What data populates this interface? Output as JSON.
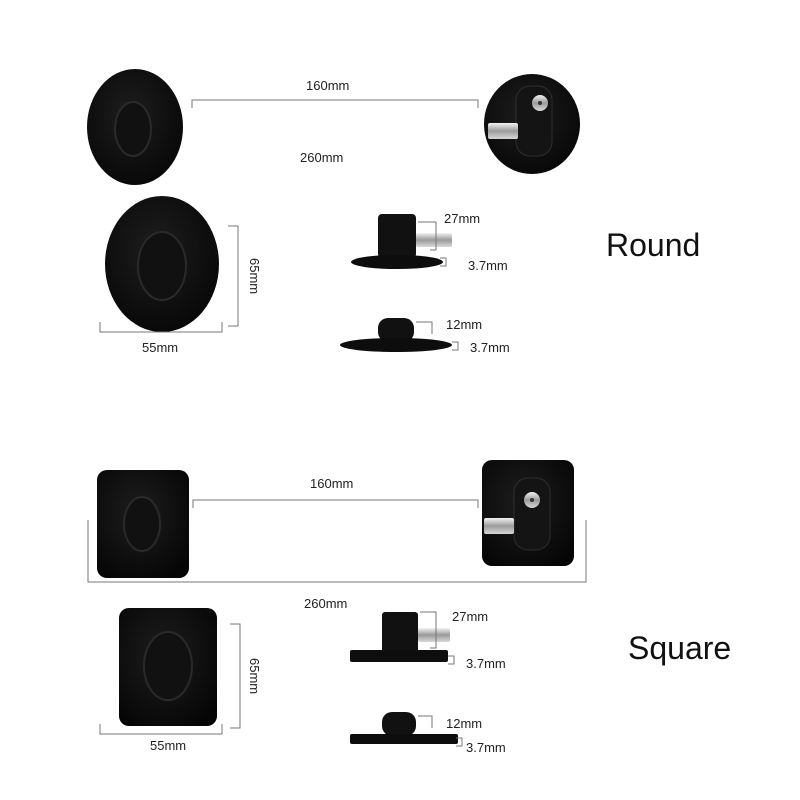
{
  "sections": {
    "round": {
      "title": "Round"
    },
    "square": {
      "title": "Square"
    }
  },
  "dimensions": {
    "round": {
      "gap": "160mm",
      "cable": "260mm",
      "lock_height": "27mm",
      "lock_base": "3.7mm",
      "pad_height": "65mm",
      "pad_width": "55mm",
      "knob_height": "12mm",
      "knob_base": "3.7mm"
    },
    "square": {
      "gap": "160mm",
      "cable": "260mm",
      "lock_height": "27mm",
      "lock_base": "3.7mm",
      "pad_height": "65mm",
      "pad_width": "55mm",
      "knob_height": "12mm",
      "knob_base": "3.7mm"
    }
  },
  "colors": {
    "pad": "#0c0c0c",
    "cable": "#c8ccd2",
    "dimension_line": "#777777",
    "text": "#222222"
  }
}
